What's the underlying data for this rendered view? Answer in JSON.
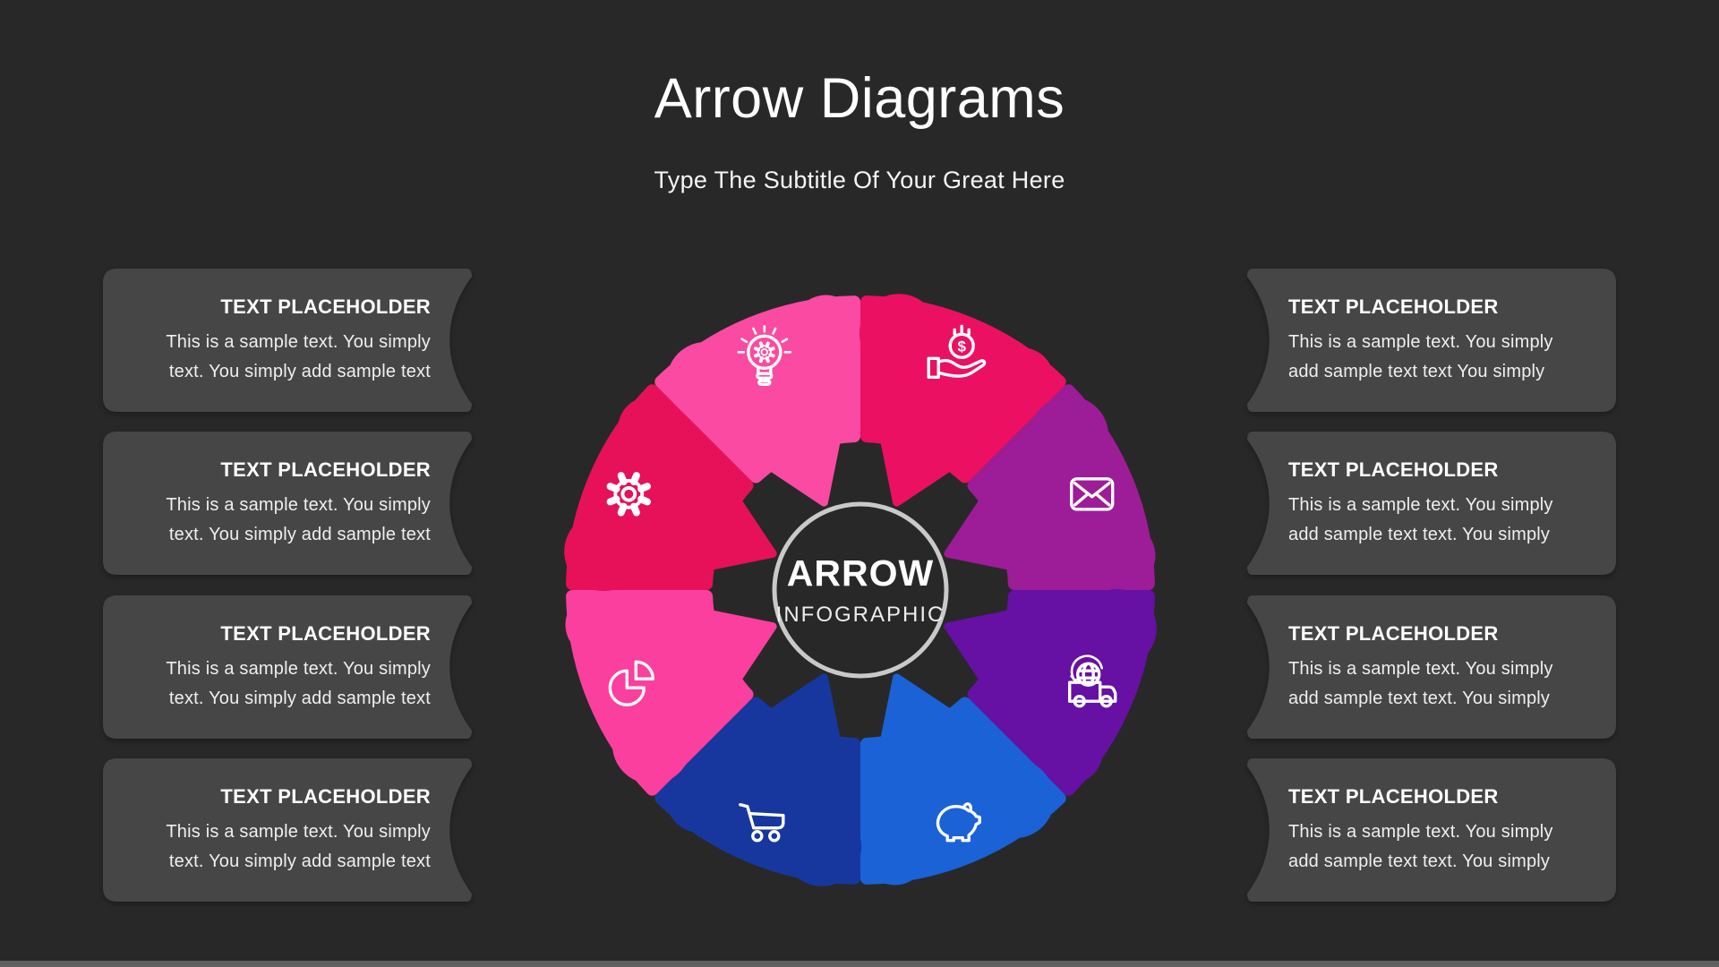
{
  "slide": {
    "title": "Arrow Diagrams",
    "subtitle": "Type The Subtitle Of Your Great Here"
  },
  "center": {
    "title": "ARROW",
    "subtitle": "INFOGRAPHIC"
  },
  "left_cards": [
    {
      "title": "TEXT PLACEHOLDER",
      "line1": "This is a sample text. You simply",
      "line2": "text. You simply add sample text"
    },
    {
      "title": "TEXT PLACEHOLDER",
      "line1": "This is a sample text. You simply",
      "line2": "text. You simply add sample text"
    },
    {
      "title": "TEXT PLACEHOLDER",
      "line1": "This is a sample text. You simply",
      "line2": "text. You simply add sample text"
    },
    {
      "title": "TEXT PLACEHOLDER",
      "line1": "This is a sample text. You simply",
      "line2": "text. You simply add sample text"
    }
  ],
  "right_cards": [
    {
      "title": "TEXT PLACEHOLDER",
      "line1": "This is a sample text. You simply",
      "line2": "add sample text  text You simply"
    },
    {
      "title": "TEXT PLACEHOLDER",
      "line1": "This is a sample text. You simply",
      "line2": "add sample text text. You simply"
    },
    {
      "title": "TEXT PLACEHOLDER",
      "line1": "This is a sample text. You simply",
      "line2": "add sample text text. You simply"
    },
    {
      "title": "TEXT PLACEHOLDER",
      "line1": "This is a sample text. You simply",
      "line2": "add sample text text. You simply"
    }
  ],
  "diagram": {
    "segments": [
      {
        "name": "idea",
        "icon": "lightbulb-gear-icon",
        "color": "#FB4AA2",
        "angle_deg": -112.5
      },
      {
        "name": "income",
        "icon": "coin-hand-icon",
        "color": "#EB1062",
        "angle_deg": -67.5
      },
      {
        "name": "mail",
        "icon": "envelope-icon",
        "color": "#9C1D97",
        "angle_deg": -22.5
      },
      {
        "name": "delivery",
        "icon": "truck-globe-icon",
        "color": "#6610A4",
        "angle_deg": 22.5
      },
      {
        "name": "savings",
        "icon": "piggy-bank-icon",
        "color": "#1B62D7",
        "angle_deg": 67.5
      },
      {
        "name": "shopping",
        "icon": "cart-icon",
        "color": "#17379F",
        "angle_deg": 112.5
      },
      {
        "name": "analytics",
        "icon": "pie-chart-icon",
        "color": "#FB3F9E",
        "angle_deg": 157.5
      },
      {
        "name": "settings",
        "icon": "gear-icon",
        "color": "#E61159",
        "angle_deg": 202.5
      }
    ]
  },
  "colors": {
    "background": "#282828",
    "card": "#464646",
    "ring": "#c9c9c9",
    "bottom_bar": "#5f5f5f"
  }
}
